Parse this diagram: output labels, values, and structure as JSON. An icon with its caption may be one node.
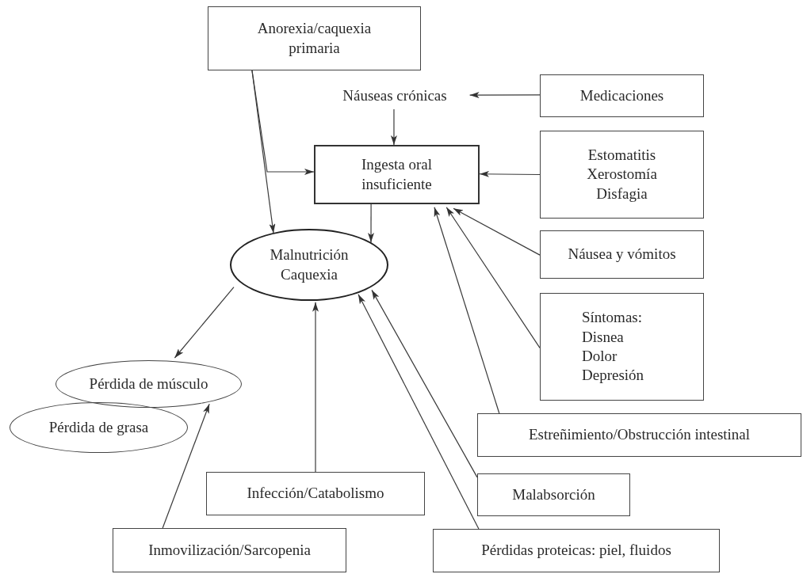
{
  "diagram": {
    "nodes": [
      {
        "text": [
          "Anorexia/caquexia primaria"
        ]
      },
      {
        "text": [
          "Náuseas crónicas"
        ]
      },
      {
        "text": [
          "Medicaciones"
        ]
      },
      {
        "text": [
          "Ingesta oral insuficiente"
        ]
      },
      {
        "text": [
          "Estomatitis",
          "Xerostomía",
          "Disfagia"
        ]
      },
      {
        "text": [
          "Náusea y vómitos"
        ]
      },
      {
        "text": [
          "Malnutrición",
          "Caquexia"
        ]
      },
      {
        "text": [
          "Síntomas:",
          "Disnea",
          "Dolor",
          "Depresión"
        ]
      },
      {
        "text": [
          "Pérdida de músculo"
        ]
      },
      {
        "text": [
          "Pérdida de grasa"
        ]
      },
      {
        "text": [
          "Estreñimiento/Obstrucción intestinal"
        ]
      },
      {
        "text": [
          "Infección/Catabolismo"
        ]
      },
      {
        "text": [
          "Malabsorción"
        ]
      },
      {
        "text": [
          "Inmovilización/Sarcopenia"
        ]
      },
      {
        "text": [
          "Pérdidas proteicas: piel, fluidos"
        ]
      }
    ],
    "edges": [
      {
        "from": 0,
        "to": 6,
        "arrow": "to"
      },
      {
        "from": 0,
        "to": 3,
        "arrow": "to"
      },
      {
        "from": 2,
        "to": 1,
        "arrow": "to"
      },
      {
        "from": 1,
        "to": 3,
        "arrow": "to"
      },
      {
        "from": 4,
        "to": 3,
        "arrow": "to"
      },
      {
        "from": 3,
        "to": 6,
        "arrow": "to"
      },
      {
        "from": 5,
        "to": 3,
        "arrow": "to"
      },
      {
        "from": 7,
        "to": 3,
        "arrow": "to"
      },
      {
        "from": 10,
        "to": 3,
        "arrow": "to"
      },
      {
        "from": 6,
        "to": 8,
        "arrow": "to"
      },
      {
        "from": 11,
        "to": 6,
        "arrow": "to"
      },
      {
        "from": 12,
        "to": 6,
        "arrow": "to"
      },
      {
        "from": 14,
        "to": 6,
        "arrow": "to"
      },
      {
        "from": 13,
        "to": 8,
        "arrow": "to"
      }
    ]
  }
}
